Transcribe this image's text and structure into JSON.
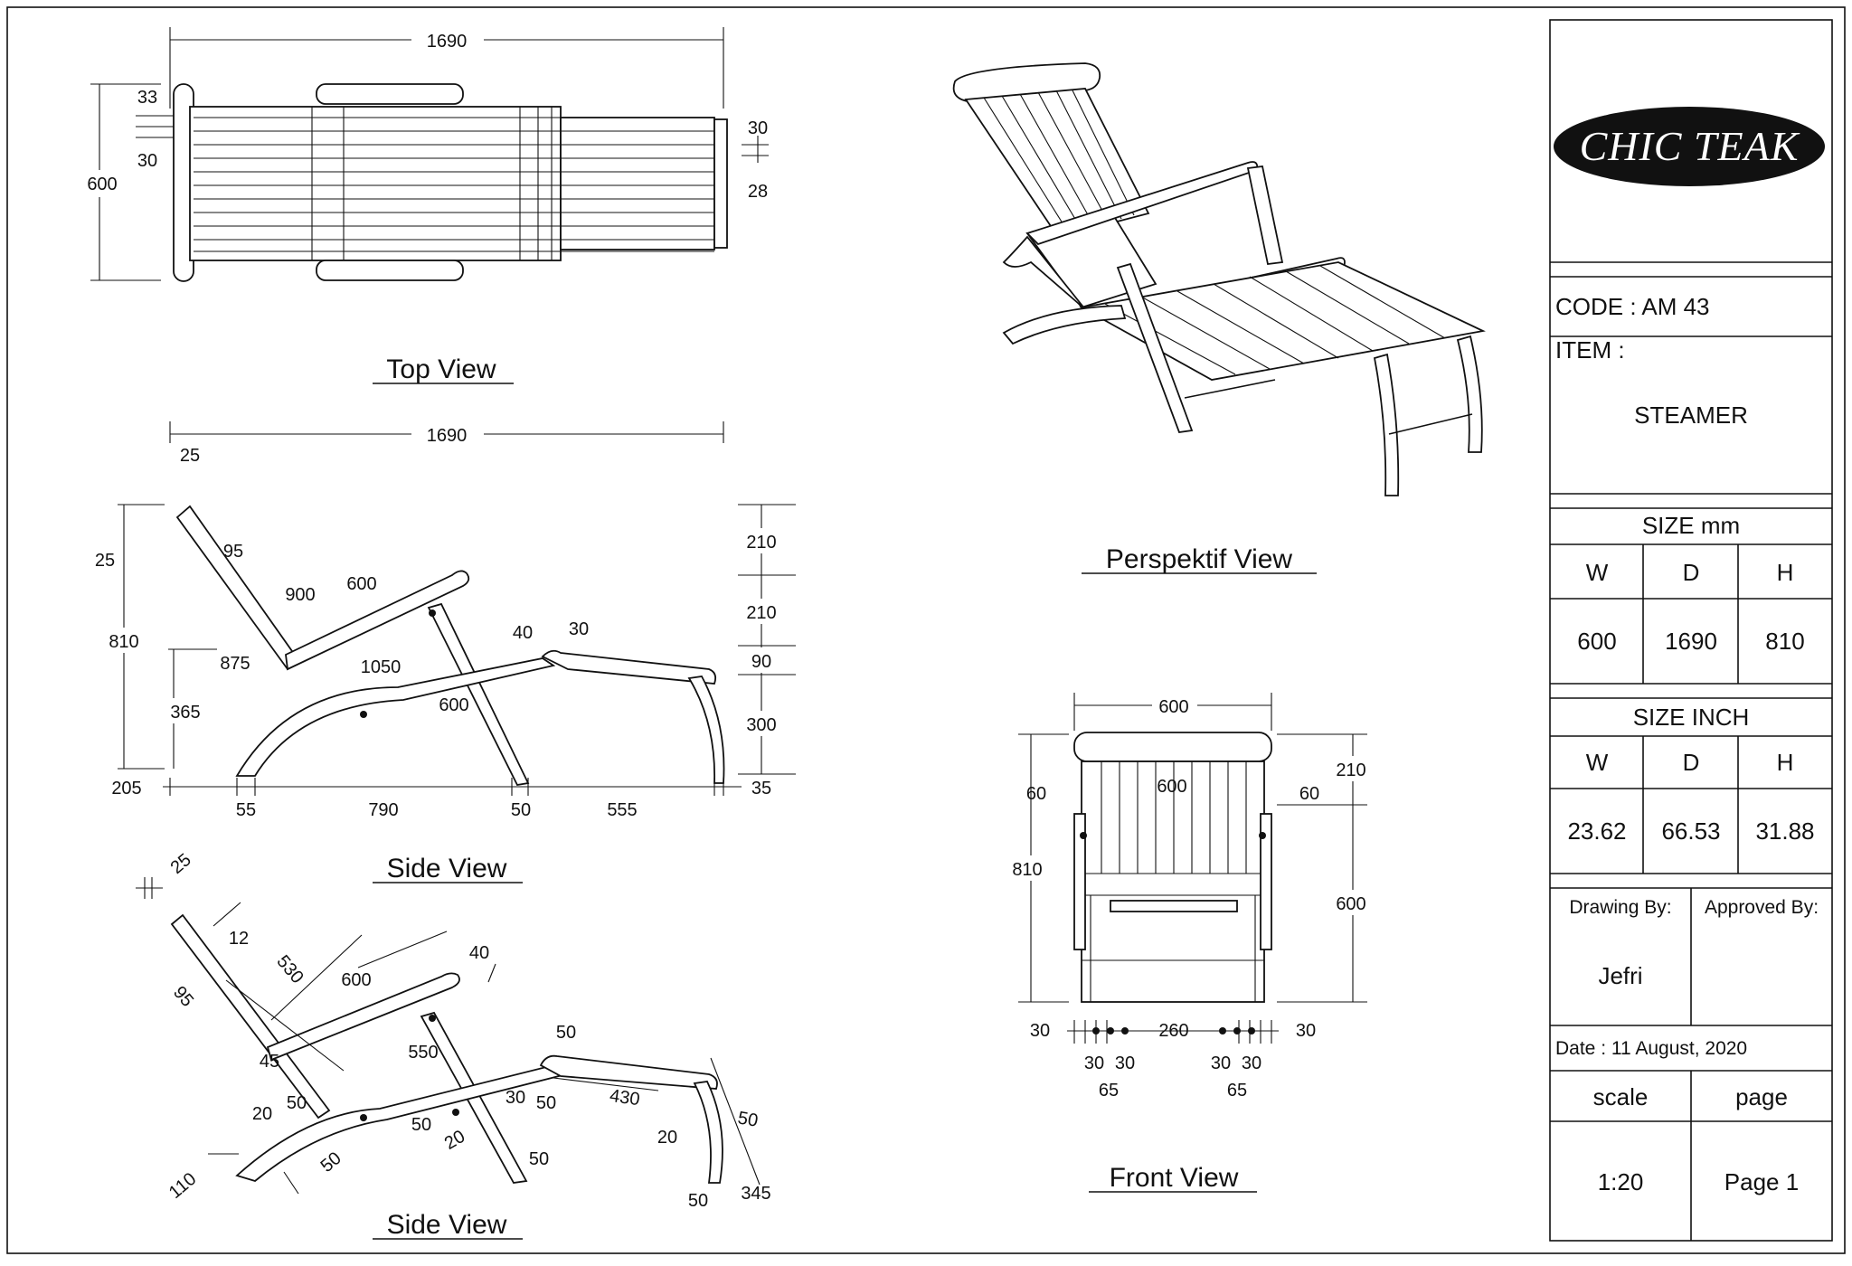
{
  "logo": {
    "text": "CHIC TEAK"
  },
  "title_block": {
    "code": "CODE : AM 43",
    "item_label": "ITEM :",
    "item_value": "STEAMER",
    "size_mm": {
      "title": "SIZE mm",
      "w_label": "W",
      "d_label": "D",
      "h_label": "H",
      "w": "600",
      "d": "1690",
      "h": "810"
    },
    "size_inch": {
      "title": "SIZE INCH",
      "w_label": "W",
      "d_label": "D",
      "h_label": "H",
      "w": "23.62",
      "d": "66.53",
      "h": "31.88"
    },
    "drawing_by_label": "Drawing By:",
    "approved_by_label": "Approved By:",
    "drawing_by": "Jefri",
    "date": "Date : 11 August, 2020",
    "scale_label": "scale",
    "page_label": "page",
    "scale": "1:20",
    "page": "Page 1"
  },
  "views": {
    "top": "Top View",
    "side1": "Side View",
    "side2": "Side View",
    "perspective": "Perspektif View",
    "front": "Front View"
  },
  "dims": {
    "top": {
      "length": "1690",
      "width": "600",
      "d33": "33",
      "d30a": "30",
      "d30b": "30",
      "d28": "28"
    },
    "side1": {
      "length": "1690",
      "d25a": "25",
      "d25b": "25",
      "d95": "95",
      "d900": "900",
      "d600a": "600",
      "d810": "810",
      "d875": "875",
      "d1050": "1050",
      "d40": "40",
      "d30": "30",
      "d365": "365",
      "d600b": "600",
      "d205": "205",
      "d55": "55",
      "d790": "790",
      "d50": "50",
      "d555": "555",
      "d35": "35",
      "d210a": "210",
      "d210b": "210",
      "d90": "90",
      "d300": "300"
    },
    "side2": {
      "d25": "25",
      "d12": "12",
      "d530": "530",
      "d600": "600",
      "d40": "40",
      "d95": "95",
      "d45": "45",
      "d550": "550",
      "d50a": "50",
      "d20a": "20",
      "d50b": "50",
      "d30": "30",
      "d50c": "50",
      "d430": "430",
      "d50d": "50",
      "d110": "110",
      "d50e": "50",
      "d50f": "50",
      "d20b": "20",
      "d50g": "50",
      "d20c": "20",
      "d50h": "50",
      "d345": "345"
    },
    "front": {
      "width": "600",
      "inner": "600",
      "d60a": "60",
      "d60b": "60",
      "d810": "810",
      "d210": "210",
      "d600h": "600",
      "d30a": "30",
      "d260": "260",
      "d30b": "30",
      "d30c": "30",
      "d30d": "30",
      "d65a": "65",
      "d30e": "30",
      "d30f": "30",
      "d65b": "65"
    }
  }
}
